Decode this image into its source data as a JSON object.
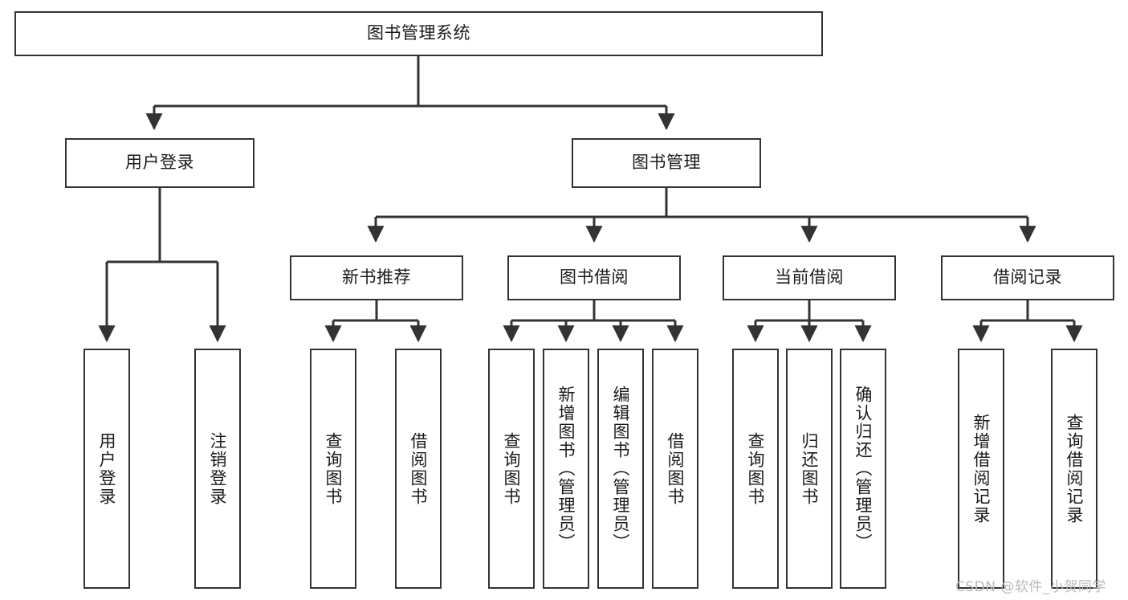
{
  "diagram": {
    "type": "hierarchy-tree",
    "title": "图书管理系统",
    "line_color": "#333333",
    "box_fill": "#ffffff",
    "text_color": "#1a1a1a",
    "watermark": "CSDN @软件_小贺同学",
    "watermark_color": "#b9b9b9"
  },
  "nodes": {
    "root": {
      "label": "图书管理系统",
      "level": 1,
      "orientation": "horizontal"
    },
    "level2": [
      {
        "id": "user-login",
        "label": "用户登录",
        "orientation": "horizontal"
      },
      {
        "id": "book-manage",
        "label": "图书管理",
        "orientation": "horizontal"
      }
    ],
    "level3": [
      {
        "id": "new-book-recommend",
        "label": "新书推荐",
        "orientation": "horizontal",
        "parent": "book-manage"
      },
      {
        "id": "book-borrow",
        "label": "图书借阅",
        "orientation": "horizontal",
        "parent": "book-manage"
      },
      {
        "id": "current-borrow",
        "label": "当前借阅",
        "orientation": "horizontal",
        "parent": "book-manage"
      },
      {
        "id": "borrow-record",
        "label": "借阅记录",
        "orientation": "horizontal",
        "parent": "book-manage"
      }
    ],
    "leaves": [
      {
        "id": "leaf-user-login",
        "label": "用户登录",
        "parent": "user-login",
        "orientation": "vertical"
      },
      {
        "id": "leaf-logout-login",
        "label": "注销登录",
        "parent": "user-login",
        "orientation": "vertical"
      },
      {
        "id": "leaf-query-book-1",
        "label": "查询图书",
        "parent": "new-book-recommend",
        "orientation": "vertical"
      },
      {
        "id": "leaf-borrow-book-1",
        "label": "借阅图书",
        "parent": "new-book-recommend",
        "orientation": "vertical"
      },
      {
        "id": "leaf-query-book-2",
        "label": "查询图书",
        "parent": "book-borrow",
        "orientation": "vertical"
      },
      {
        "id": "leaf-add-book",
        "label": "新增图书（管理员）",
        "parent": "book-borrow",
        "orientation": "vertical"
      },
      {
        "id": "leaf-edit-book",
        "label": "编辑图书（管理员）",
        "parent": "book-borrow",
        "orientation": "vertical"
      },
      {
        "id": "leaf-borrow-book-2",
        "label": "借阅图书",
        "parent": "book-borrow",
        "orientation": "vertical"
      },
      {
        "id": "leaf-query-book-3",
        "label": "查询图书",
        "parent": "current-borrow",
        "orientation": "vertical"
      },
      {
        "id": "leaf-return-book",
        "label": "归还图书",
        "parent": "current-borrow",
        "orientation": "vertical"
      },
      {
        "id": "leaf-confirm-return",
        "label": "确认归还（管理员）",
        "parent": "current-borrow",
        "orientation": "vertical"
      },
      {
        "id": "leaf-add-record",
        "label": "新增借阅记录",
        "parent": "borrow-record",
        "orientation": "vertical"
      },
      {
        "id": "leaf-query-record",
        "label": "查询借阅记录",
        "parent": "borrow-record",
        "orientation": "vertical"
      }
    ]
  }
}
